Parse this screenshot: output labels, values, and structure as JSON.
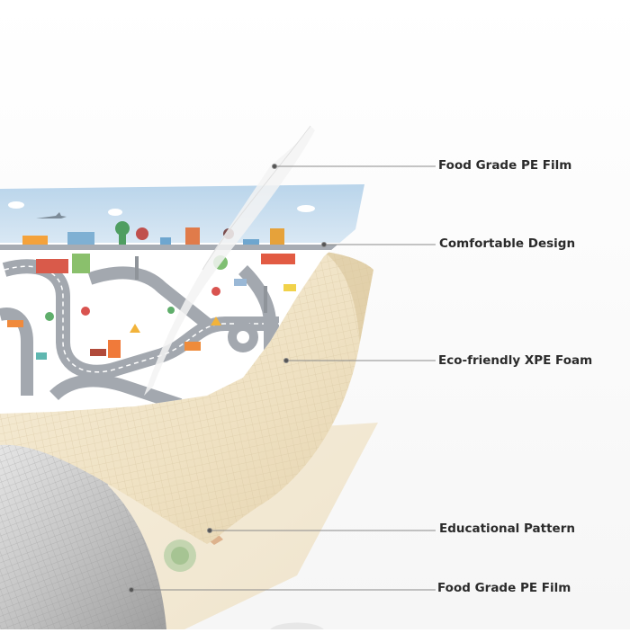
{
  "callouts": [
    {
      "label": "Food Grade PE Film"
    },
    {
      "label": "Comfortable Design"
    },
    {
      "label": "Eco-friendly XPE Foam"
    },
    {
      "label": "Educational Pattern"
    },
    {
      "label": "Food Grade PE Film"
    }
  ],
  "colors": {
    "background": "#ffffff",
    "foam": "#efe3c8",
    "sky": "#bcd6ea",
    "road": "#9aa1ab",
    "grey_film": "#c9c9c9",
    "leader_line": "#8a8a8a"
  }
}
